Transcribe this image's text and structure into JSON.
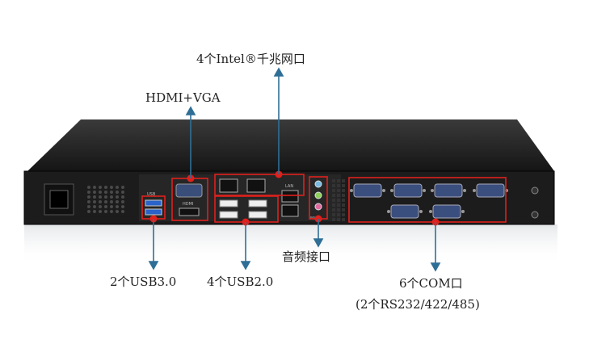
{
  "labels": {
    "intel_lan": "4个Intel®千兆网口",
    "hdmi_vga": "HDMI+VGA",
    "audio": "音频接口",
    "usb3": "2个USB3.0",
    "usb2": "4个USB2.0",
    "com": "6个COM口",
    "com_sub": "(2个RS232/422/485)"
  },
  "panel_text": {
    "usb_tag": "USB",
    "hdmi_tag": "HDMI",
    "lan_tag": "LAN",
    "mic_tag": "MIC"
  },
  "colors": {
    "arrow": "#2f6f96",
    "highlight": "#e0201c",
    "chassis": "#1e1e1e",
    "panel": "#2a2a2a"
  }
}
